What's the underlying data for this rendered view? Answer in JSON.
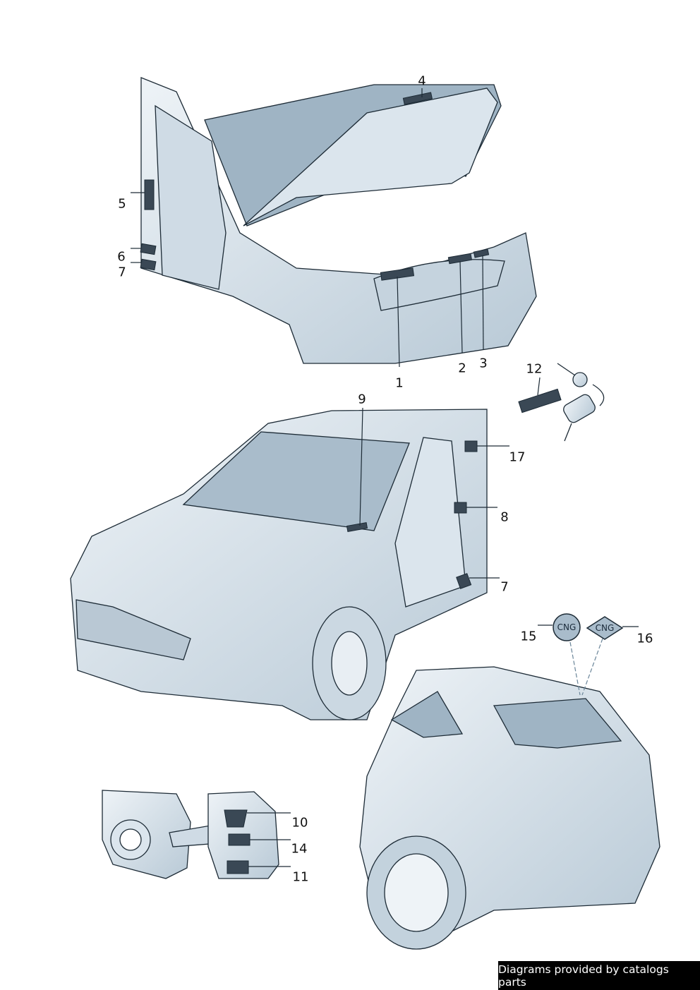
{
  "diagram": {
    "callouts": {
      "c1": "1",
      "c2": "2",
      "c3": "3",
      "c4": "4",
      "c5": "5",
      "c6": "6",
      "c7a": "7",
      "c7b": "7",
      "c8": "8",
      "c9": "9",
      "c10": "10",
      "c11": "11",
      "c12": "12",
      "c14": "14",
      "c15": "15",
      "c16": "16",
      "c17": "17"
    },
    "badges": {
      "cng_round": "CNG",
      "cng_diamond": "CNG"
    }
  },
  "colors": {
    "body": "#dde6ee",
    "shade": "#a9bccb",
    "sticker": "#3a4855",
    "line": "#1d2b36"
  },
  "footer": {
    "credit": "Diagrams provided by catalogs parts"
  }
}
